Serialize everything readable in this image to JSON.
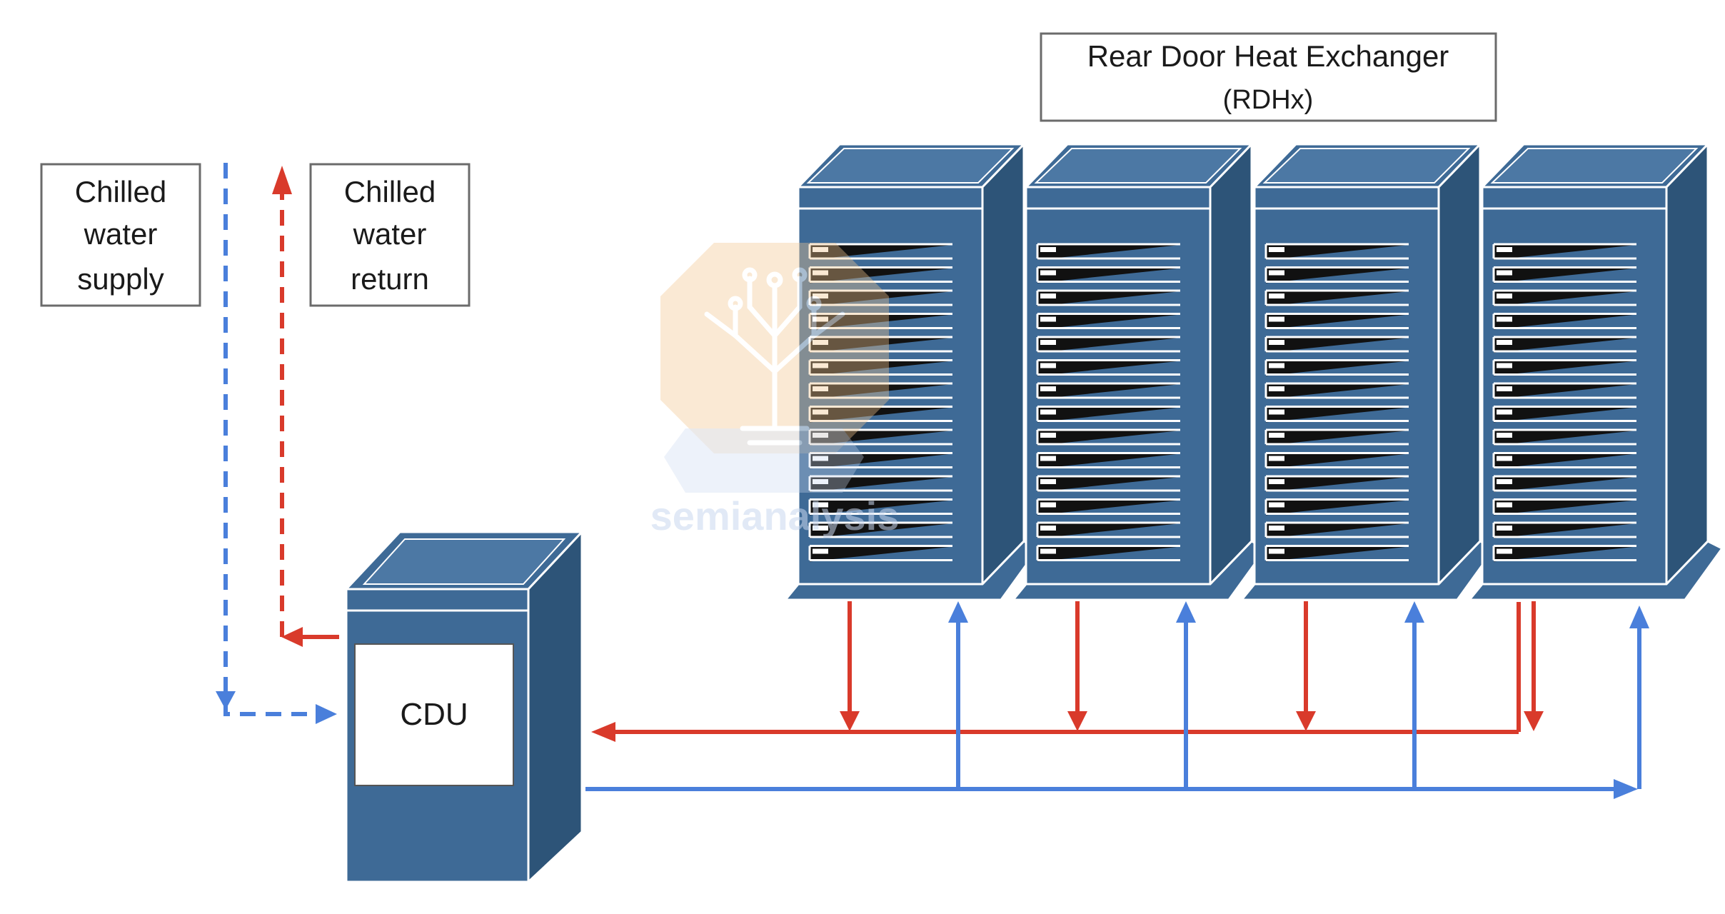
{
  "labels": {
    "supply_line1": "Chilled",
    "supply_line2": "water",
    "supply_line3": "supply",
    "return_line1": "Chilled",
    "return_line2": "water",
    "return_line3": "return",
    "rdhx_line1": "Rear Door Heat Exchanger",
    "rdhx_line2": "(RDHx)",
    "cdu": "CDU"
  },
  "watermark": {
    "text": "semianalysis"
  },
  "racks": {
    "count": 4,
    "slots_per_rack": 14
  },
  "colors": {
    "rack_fill": "#3e6a96",
    "rack_dark": "#2d5478",
    "rack_edge": "#ffffff",
    "supply_blue": "#4a7fdb",
    "return_red": "#d93a2b",
    "label_border": "#6b6b6b",
    "watermark_orange": "#f1c48f",
    "watermark_blue": "#c9d8ef"
  }
}
